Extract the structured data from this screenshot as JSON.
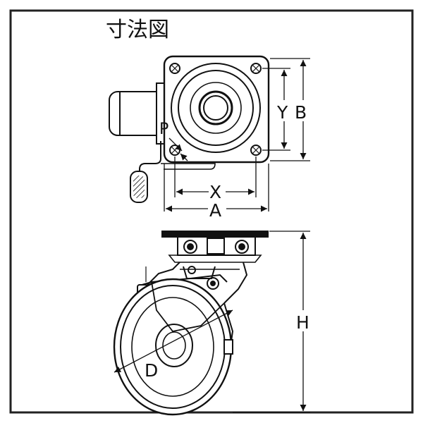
{
  "title": "寸法図",
  "labels": {
    "A": "A",
    "B": "B",
    "X": "X",
    "Y": "Y",
    "P": "P",
    "H": "H",
    "D": "D"
  },
  "colors": {
    "line": "#111111",
    "frame": "#222222",
    "background": "#ffffff"
  }
}
